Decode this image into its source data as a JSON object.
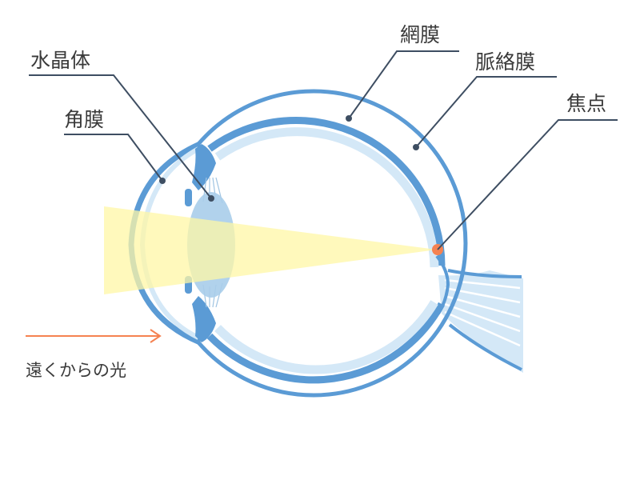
{
  "labels": {
    "lens": "水晶体",
    "cornea": "角膜",
    "retina": "網膜",
    "choroid": "脈絡膜",
    "focal_point": "焦点",
    "incoming_light": "遠くからの光"
  },
  "colors": {
    "sclera": "#5b9bd5",
    "inner_layer": "#d4e8f7",
    "lens": "#a9cdea",
    "light_beam": "#fff7a6",
    "focal_point": "#f58251",
    "arrow": "#f58251",
    "leader_line": "#3e4e62",
    "text": "#3a3a3a"
  }
}
